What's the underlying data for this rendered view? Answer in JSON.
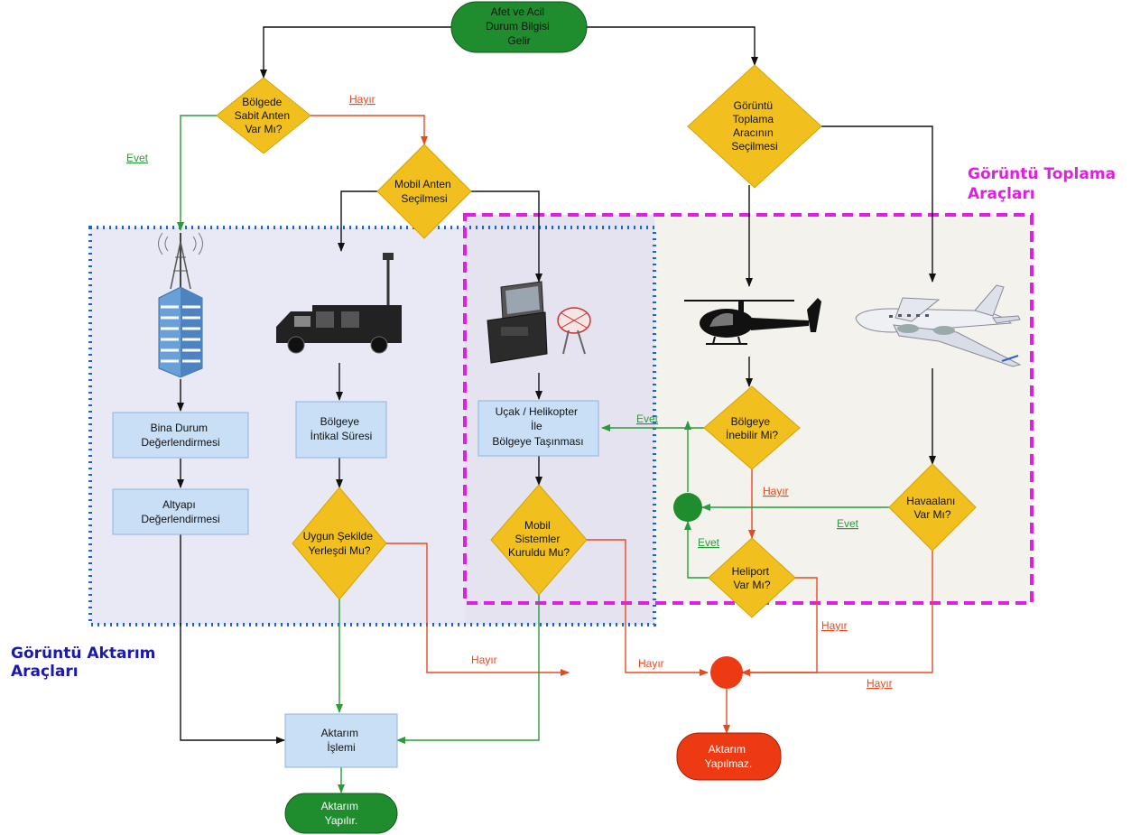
{
  "nodes": {
    "start": [
      "Afet ve Acil",
      "Durum Bilgisi",
      "Gelir"
    ],
    "fixed_antenna_q": [
      "Bölgede",
      "Sabit Anten",
      "Var Mı?"
    ],
    "mobile_antenna": [
      "Mobil Anten",
      "Seçilmesi"
    ],
    "select_vehicle": [
      "Görüntü",
      "Toplama",
      "Aracının",
      "Seçilmesi"
    ],
    "building_assessment": [
      "Bina Durum",
      "Değerlendirmesi"
    ],
    "infrastructure_assessment": [
      "Altyapı",
      "Değerlendirmesi"
    ],
    "transfer_time": [
      "Bölgeye",
      "İntikal Süresi"
    ],
    "placed_q": [
      "Uygun Şekilde",
      "Yerleşdi Mu?"
    ],
    "carry_by_air": [
      "Uçak / Helikopter",
      "İle",
      "Bölgeye Taşınması"
    ],
    "mobile_setup_q": [
      "Mobil",
      "Sistemler",
      "Kuruldu Mu?"
    ],
    "can_land_q": [
      "Bölgeye",
      "İnebilir Mi?"
    ],
    "heliport_q": [
      "Heliport",
      "Var Mı?"
    ],
    "airport_q": [
      "Havaalanı",
      "Var Mı?"
    ],
    "transfer_process": [
      "Aktarım",
      "İşlemi"
    ],
    "transfer_done": [
      "Aktarım",
      "Yapılır."
    ],
    "transfer_not_done": [
      "Aktarım",
      "Yapılmaz."
    ]
  },
  "edge_labels": {
    "evet_fixed": "Evet",
    "hayir_fixed": "Hayır",
    "evet_land": "Evet",
    "hayir_land": "Hayır",
    "evet_heliport": "Evet",
    "hayir_heliport": "Hayır",
    "evet_airport": "Evet",
    "hayir_airport": "Hayır",
    "hayir_placed": "Hayır",
    "hayir_setup": "Hayır"
  },
  "groups": {
    "transmission_tools": [
      "Görüntü Aktarım",
      "Araçları"
    ],
    "collection_tools": [
      "Görüntü Toplama",
      "Araçları"
    ]
  },
  "icons": [
    "antenna-tower-icon",
    "broadcast-truck-icon",
    "portable-satellite-kit-icon",
    "helicopter-icon",
    "airplane-icon"
  ],
  "colors": {
    "terminal_green": "#1f8c2e",
    "terminal_red": "#ee3a12",
    "decision": "#f1c01e",
    "process": "#c9dff5",
    "yes_line": "#2a9a3a",
    "no_line": "#e84a1f",
    "group_blue": "#1565e0",
    "group_magenta": "#e020e0"
  }
}
